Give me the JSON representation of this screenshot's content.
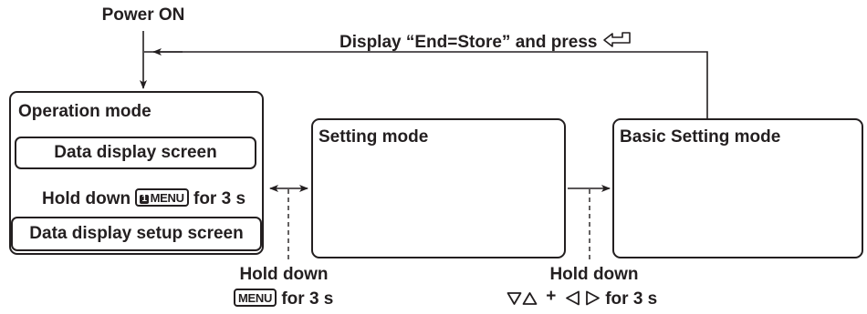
{
  "power_on": "Power ON",
  "return_instruction": "Display “End=Store” and press",
  "return_key_icon": "enter-key-icon",
  "operation_mode": {
    "title": "Operation mode",
    "data_display_screen": "Data display screen",
    "hold_prefix": "Hold down",
    "menu_key": {
      "number": "1",
      "label": "MENU"
    },
    "hold_suffix": "for 3 s",
    "data_display_setup_screen": "Data display setup screen"
  },
  "setting_mode": {
    "title": "Setting mode"
  },
  "basic_setting_mode": {
    "title": "Basic Setting mode"
  },
  "transition_1": {
    "line1": "Hold down",
    "key": "MENU",
    "suffix": "for 3 s"
  },
  "transition_2": {
    "line1": "Hold down",
    "keys": [
      "down-triangle-icon",
      "up-triangle-icon",
      "left-triangle-icon",
      "right-triangle-icon"
    ],
    "plus": "+",
    "suffix": "for 3 s"
  }
}
